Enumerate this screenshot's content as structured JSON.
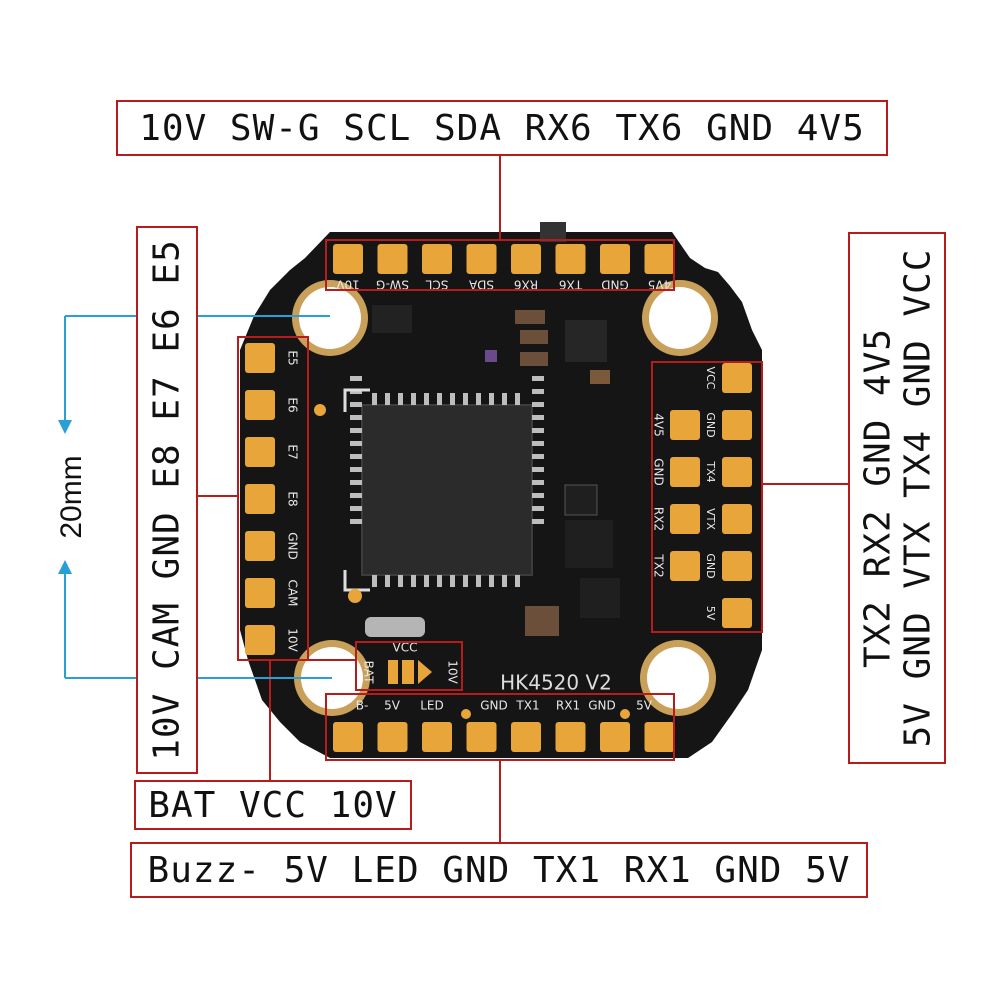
{
  "labels": {
    "top": "10V SW-G SCL SDA RX6 TX6 GND 4V5",
    "left": "10V CAM GND E8 E7 E6 E5",
    "right_inner": "TX2 RX2 GND 4V5",
    "right_outer": "5V GND VTX TX4 GND VCC",
    "bat": "BAT VCC 10V",
    "bottom": "Buzz- 5V LED GND TX1 RX1 GND 5V"
  },
  "dimension": "20mm",
  "board": {
    "model": "HK4520 V2",
    "top_silk": [
      "10V",
      "SW-G",
      "SCL",
      "SDA",
      "RX6",
      "TX6",
      "GND",
      "4V5"
    ],
    "left_silk": [
      "E5",
      "E6",
      "E7",
      "E8",
      "GND",
      "CAM",
      "10V"
    ],
    "right_col1_silk": [
      "4V5",
      "GND",
      "RX2",
      "TX2"
    ],
    "right_col2_silk": [
      "VCC",
      "GND",
      "TX4",
      "VTX",
      "GND",
      "5V"
    ],
    "bottom_silk": [
      "B-",
      "5V",
      "LED",
      "GND",
      "TX1",
      "RX1",
      "GND",
      "5V"
    ],
    "vcc_silk": "VCC",
    "bat_silk": "BAT",
    "v10_silk": "10V"
  },
  "colors": {
    "label_border": "#b71c1c",
    "pcb": "#151515",
    "pad": "#e7a53a",
    "dimension_line": "#2a9fd6"
  }
}
